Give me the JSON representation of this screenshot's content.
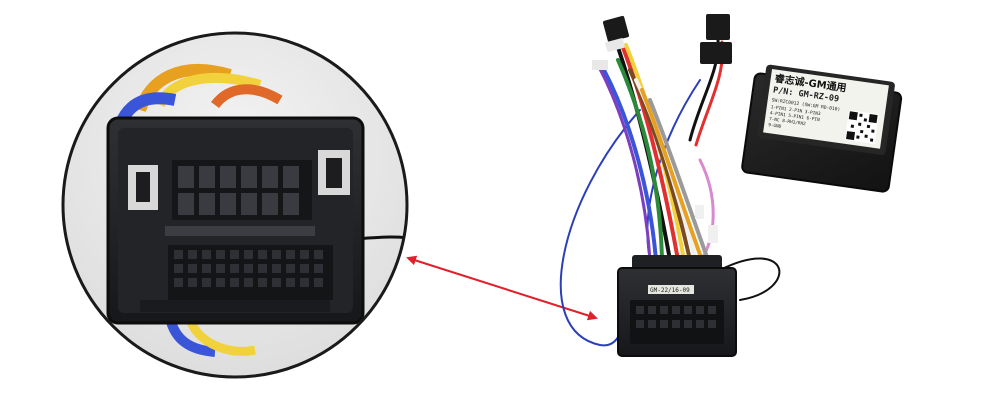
{
  "module": {
    "brand_line": "睿志诚-GM通用",
    "pn_line": "P/N: GM-RZ-09",
    "sw_line": "SW:RZC0012 (SW:GM RD-010)",
    "spec_lines": [
      "1-PIN1 2-PIN 3-PIN3",
      "4-PIN1 5-PIN1 6-PIN",
      "7-NC 8-RH1/RH2",
      "9-GND"
    ]
  },
  "connector_tag": "GM-22/16-09",
  "colors": {
    "arrow": "#e0202a",
    "connector_body": "#1b1c1e",
    "magnifier_border": "#1a1a1a",
    "module_body": "#1c1c1c",
    "label_paper": "#f3f3ee"
  },
  "icons": [
    "zoom-arrow-icon",
    "qr-code-icon"
  ]
}
